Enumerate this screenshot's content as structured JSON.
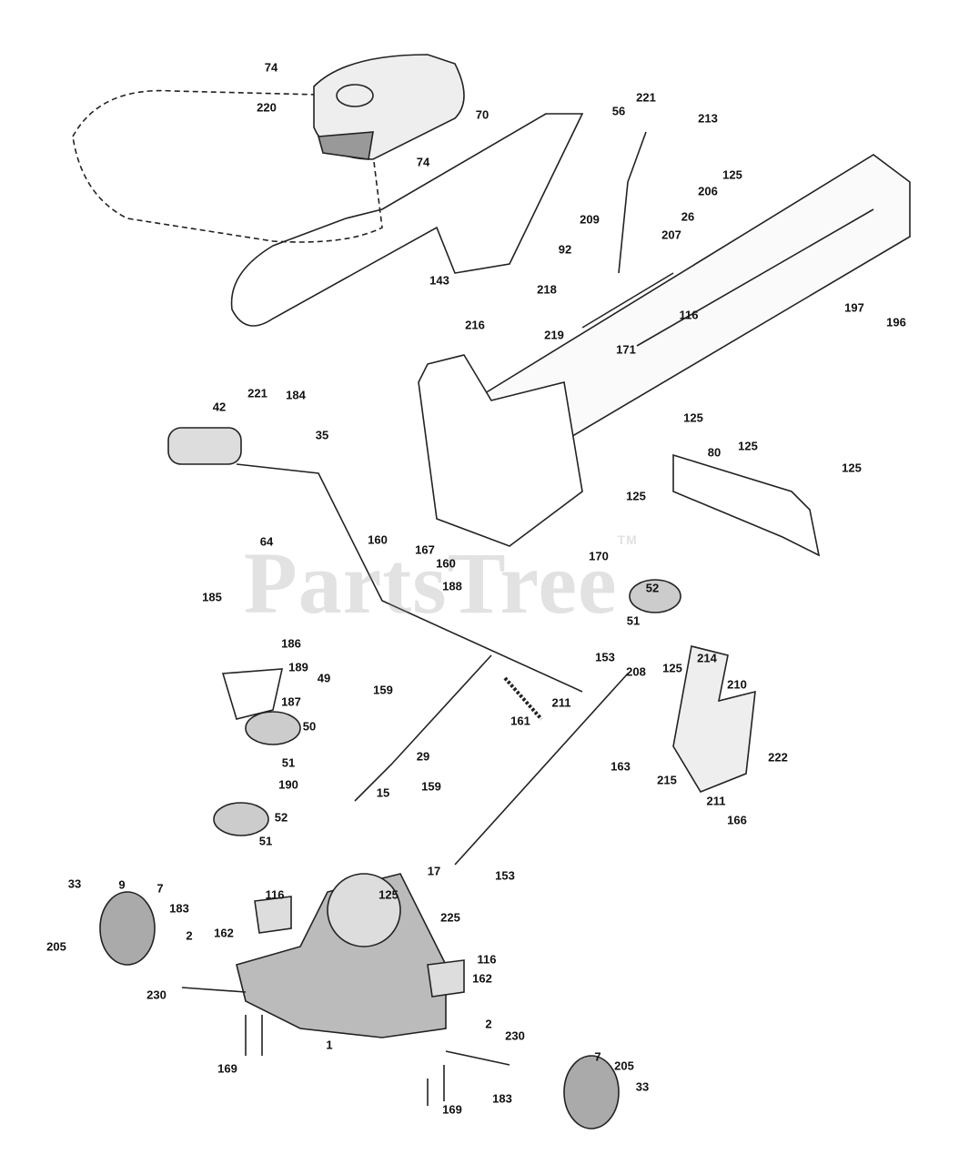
{
  "diagram": {
    "watermark": "PartsTree",
    "watermark_tm": "TM",
    "labels": [
      "74",
      "220",
      "70",
      "56",
      "74",
      "221",
      "213",
      "125",
      "206",
      "26",
      "209",
      "207",
      "92",
      "143",
      "218",
      "216",
      "116",
      "219",
      "171",
      "197",
      "196",
      "221",
      "184",
      "42",
      "35",
      "125",
      "80",
      "125",
      "125",
      "125",
      "64",
      "160",
      "167",
      "160",
      "170",
      "188",
      "52",
      "185",
      "51",
      "186",
      "189",
      "49",
      "153",
      "208",
      "125",
      "214",
      "210",
      "187",
      "159",
      "50",
      "211",
      "161",
      "51",
      "29",
      "222",
      "190",
      "163",
      "215",
      "211",
      "15",
      "159",
      "52",
      "166",
      "51",
      "17",
      "153",
      "33",
      "9",
      "7",
      "116",
      "125",
      "225",
      "183",
      "162",
      "2",
      "205",
      "116",
      "162",
      "230",
      "2",
      "230",
      "1",
      "7",
      "169",
      "205",
      "33",
      "183",
      "169"
    ]
  }
}
